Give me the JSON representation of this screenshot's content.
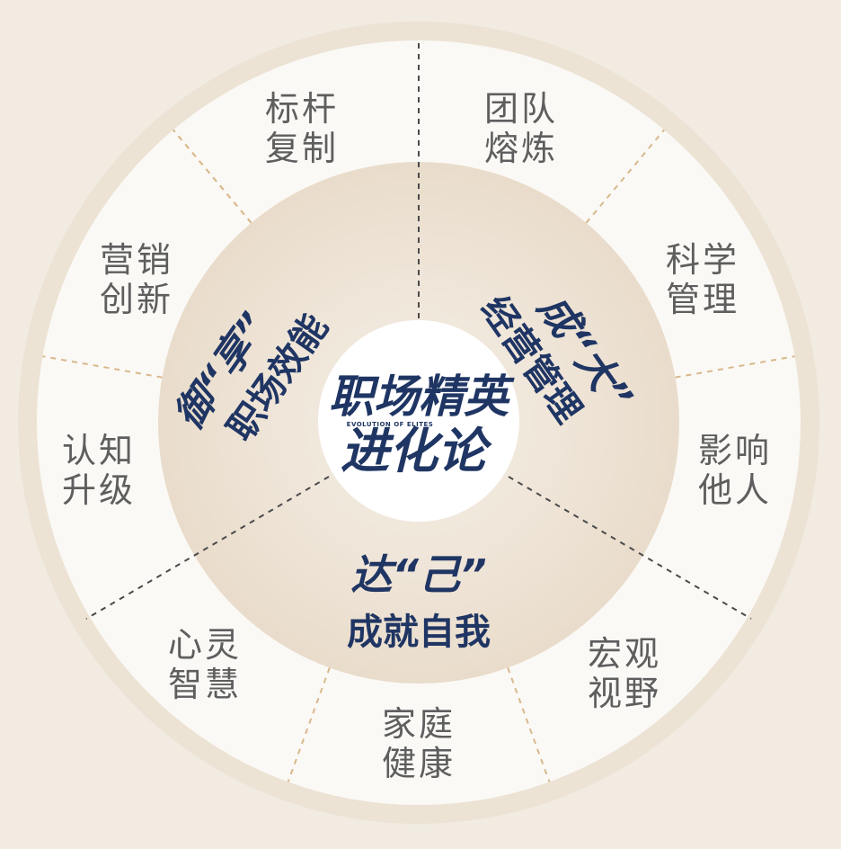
{
  "colors": {
    "background": "#f1ebe2",
    "outer_ring": "#ece3d5",
    "segment_fill": "#fbf9f6",
    "inner_fill": "#efe6da",
    "divider_gold": "#d8b88a",
    "divider_dark": "#4a4a4a",
    "accent_navy": "#1f3563",
    "label_gray": "#5e5e5e"
  },
  "center": {
    "title_line1": "职场精英",
    "subtitle": "EVOLUTION OF ELITES",
    "title_line2": "进化论"
  },
  "inner_groups": [
    {
      "quote": "御“享”",
      "title": "职场效能"
    },
    {
      "quote": "成“大”",
      "title": "经营管理"
    },
    {
      "quote": "达“己”",
      "title": "成就自我"
    }
  ],
  "segments": [
    {
      "line1": "标杆",
      "line2": "复制"
    },
    {
      "line1": "团队",
      "line2": "熔炼"
    },
    {
      "line1": "科学",
      "line2": "管理"
    },
    {
      "line1": "影响",
      "line2": "他人"
    },
    {
      "line1": "宏观",
      "line2": "视野"
    },
    {
      "line1": "家庭",
      "line2": "健康"
    },
    {
      "line1": "心灵",
      "line2": "智慧"
    },
    {
      "line1": "认知",
      "line2": "升级"
    },
    {
      "line1": "营销",
      "line2": "创新"
    }
  ]
}
